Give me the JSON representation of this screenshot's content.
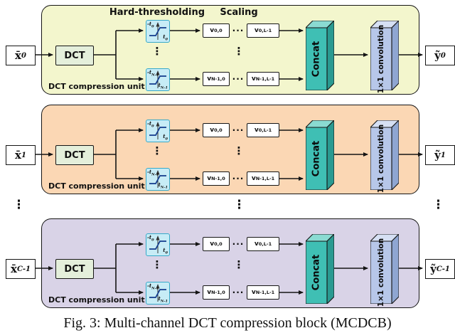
{
  "caption": "Fig. 3: Multi-channel DCT compression block (MCDCB)",
  "labels": {
    "hard_thresholding": "Hard-thresholding",
    "scaling": "Scaling",
    "dct": "DCT",
    "unit_caption": "DCT compression unit",
    "concat": "Concat",
    "conv": "1×1 convolution",
    "vdots": "⋮",
    "hdots": "···",
    "v_base": "v",
    "v_sub_top_first": "0,0",
    "v_sub_top_last": "0,L-1",
    "v_sub_bottom_first": "N-1,0",
    "v_sub_bottom_last": "N-1,L-1",
    "t_neg": "-t",
    "t_pos": "t",
    "t_sub_top": "0",
    "t_sub_bottom": "N-1"
  },
  "units": [
    {
      "bg": "#f3f6cd",
      "input_base": "x̄",
      "input_sub": "0",
      "output_base": "ỹ",
      "output_sub": "0"
    },
    {
      "bg": "#fbd7b4",
      "input_base": "x̄",
      "input_sub": "1",
      "output_base": "ỹ",
      "output_sub": "1"
    },
    {
      "bg": "#d9d3e7",
      "input_base": "x̄",
      "input_sub": "C-1",
      "output_base": "ỹ",
      "output_sub": "C-1"
    }
  ],
  "palette": {
    "dct_box": "#e4efdb",
    "threshold_box": "#c7ecf6",
    "threshold_border": "#36a9c9",
    "concat_front": "#3fbfb4",
    "concat_top": "#8adbd2",
    "concat_side": "#2a9a91",
    "conv_front": "#b7c7e9",
    "conv_top": "#d6e0f4",
    "conv_side": "#8fa6d2"
  }
}
